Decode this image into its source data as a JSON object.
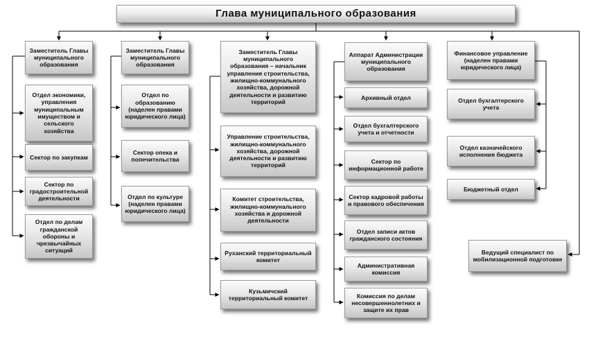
{
  "head": "Глава муниципального образования",
  "column1": [
    "Заместитель Главы муниципального образования",
    "Отдел экономики, управления муниципальным имуществом и сельского хозяйства",
    "Сектор по закупкам",
    "Сектор по градостроительной деятельности",
    "Отдел по делам гражданской обороны и чрезвычайных ситуаций"
  ],
  "column2": [
    "Заместитель Главы муниципального образования",
    "Отдел по образованию (наделен правами юридического лица)",
    "Сектор опека и попечительства",
    "Отдел по культуре (наделен правами юридического лица)"
  ],
  "column3": [
    "Заместитель Главы муниципального образования – начальник управления строительства, жилищно-коммунального хозяйства, дорожной деятельности и развитию территорий",
    "Управление строительства, жилищно-коммунального хозяйства, дорожной деятельности и развитию территорий",
    "Комитет строительства, жилищно-коммунального хозяйства и дорожной деятельности",
    "Руханский территориальный комитет",
    "Кузьмичский территориальный комитет"
  ],
  "column4": [
    "Аппарат Администрации муниципального образования",
    "Архивный отдел",
    "Отдел бухгалтерского учета и отчетности",
    "Сектор по информационной работе",
    "Сектор кадровой работы и правового обеспечения",
    "Отдел записи актов гражданского состояния",
    "Административная комиссия",
    "Комиссия по делам несовершеннолетних и защите их прав"
  ],
  "column5": [
    "Финансовое управление (наделен правами юридического лица)",
    "Отдел бухгалтерского учета",
    "Отдел казначейского исполнения бюджета",
    "Бюджетный отдел"
  ],
  "standalone": "Ведущий специалист по мобилизационной подготовке",
  "colors": {
    "line": "#000000",
    "box_top": "#fbfbfb",
    "box_bottom": "#c7c7c7",
    "border": "#9a9a9a"
  }
}
